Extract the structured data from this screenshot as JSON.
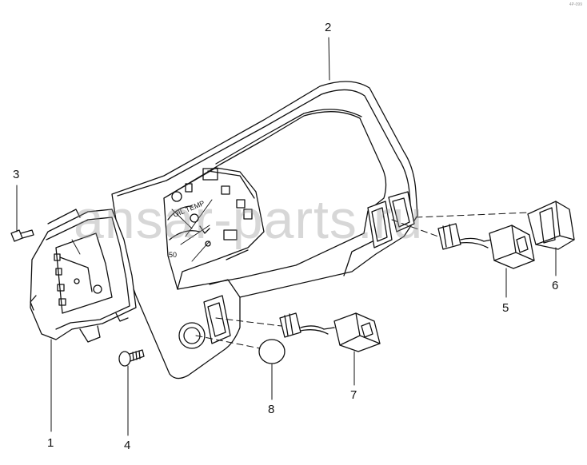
{
  "figure": {
    "callouts": [
      {
        "id": "1",
        "label": "1"
      },
      {
        "id": "2",
        "label": "2"
      },
      {
        "id": "3",
        "label": "3"
      },
      {
        "id": "4",
        "label": "4"
      },
      {
        "id": "5",
        "label": "5"
      },
      {
        "id": "6",
        "label": "6"
      },
      {
        "id": "7",
        "label": "7"
      },
      {
        "id": "8",
        "label": "8"
      }
    ],
    "gauge_labels": {
      "oil_temp": "OIL TEMP",
      "speed_50": "50"
    },
    "watermark": "ansar-parts.ru",
    "corner_note": "4P-099"
  }
}
